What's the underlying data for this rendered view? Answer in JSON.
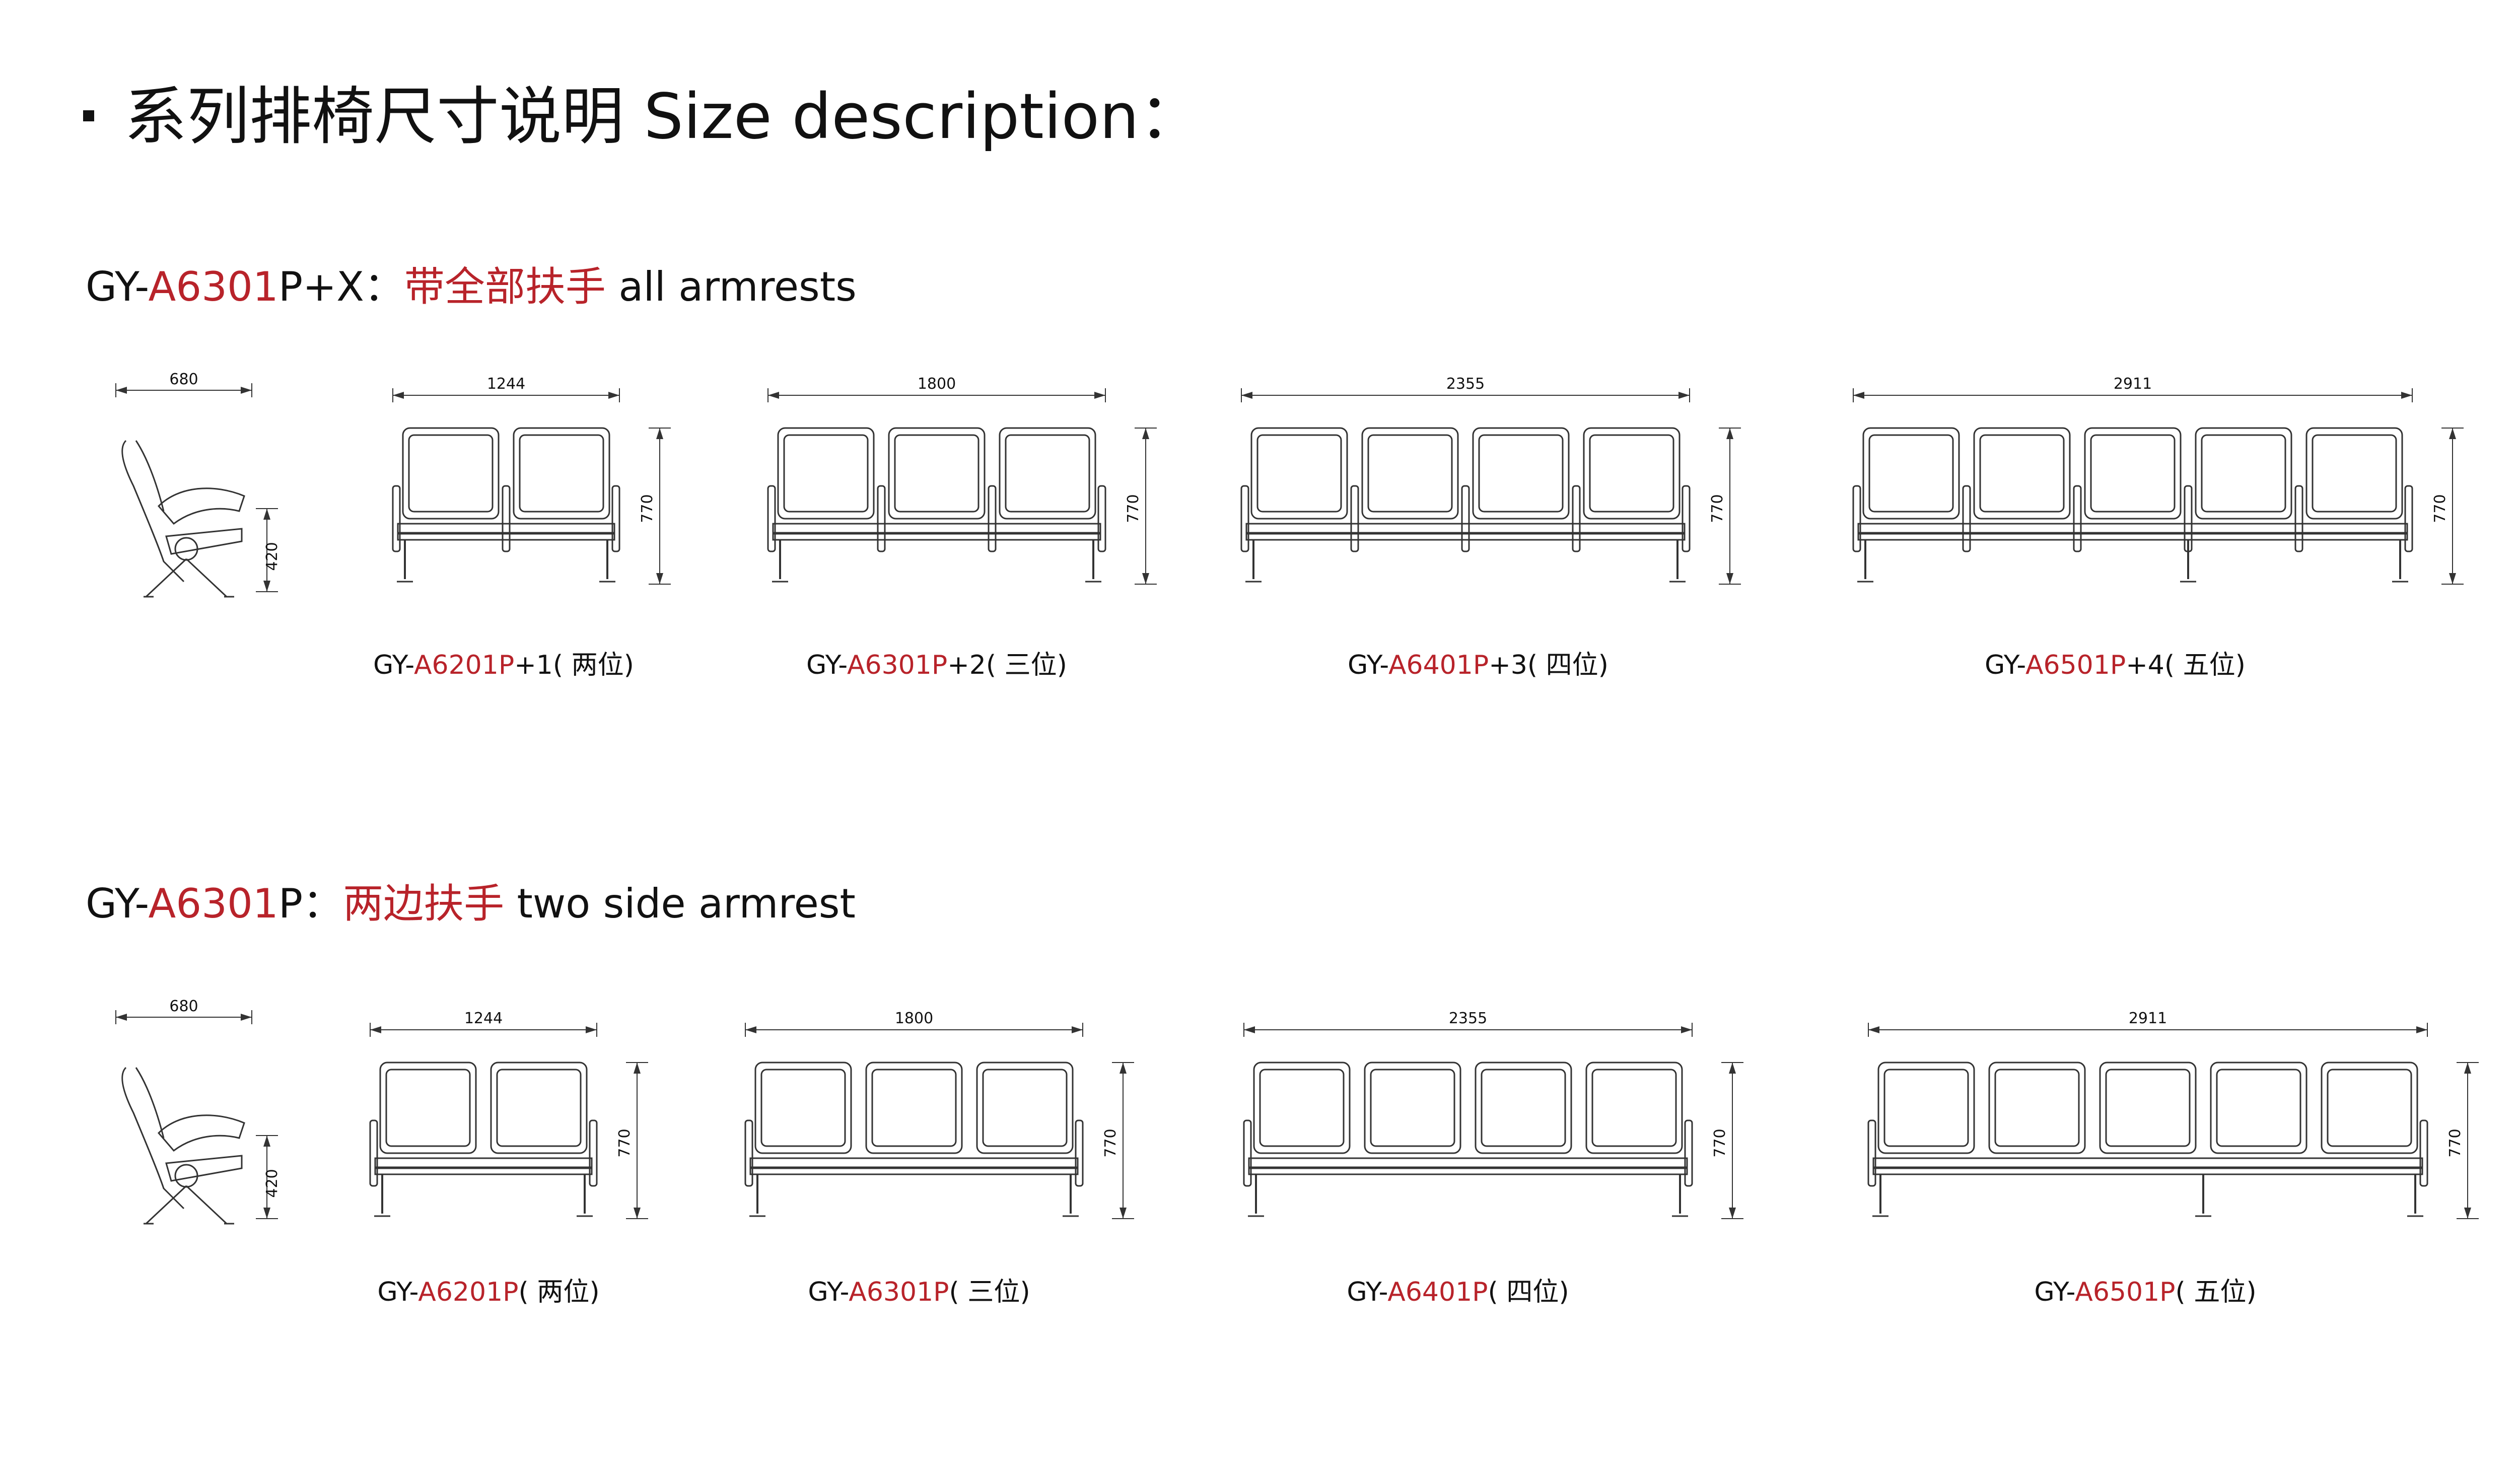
{
  "title": {
    "bullet": "·",
    "cn": "系列排椅尺寸说明",
    "en": " Size description："
  },
  "sections": [
    {
      "heading": {
        "prefix": "GY-",
        "code": "A6301",
        "suffix": "P+X：",
        "cn": "带全部扶手",
        "en": " all armrests"
      },
      "side_view": {
        "depth": "680",
        "seat_height": "420"
      },
      "models": [
        {
          "prefix": "GY-",
          "code": "A6201P",
          "suffix": "+1( 两位)",
          "seats": 2,
          "width": "1244",
          "height": "770"
        },
        {
          "prefix": "GY-",
          "code": "A6301P",
          "suffix": "+2( 三位)",
          "seats": 3,
          "width": "1800",
          "height": "770"
        },
        {
          "prefix": "GY-",
          "code": "A6401P",
          "suffix": "+3( 四位)",
          "seats": 4,
          "width": "2355",
          "height": "770"
        },
        {
          "prefix": "GY-",
          "code": "A6501P",
          "suffix": "+4( 五位)",
          "seats": 5,
          "width": "2911",
          "height": "770"
        }
      ]
    },
    {
      "heading": {
        "prefix": "GY-",
        "code": "A6301",
        "suffix": "P：",
        "cn": "两边扶手",
        "en": " two side armrest"
      },
      "side_view": {
        "depth": "680",
        "seat_height": "420"
      },
      "models": [
        {
          "prefix": "GY-",
          "code": "A6201P",
          "suffix": "( 两位)",
          "seats": 2,
          "width": "1244",
          "height": "770"
        },
        {
          "prefix": "GY-",
          "code": "A6301P",
          "suffix": "( 三位)",
          "seats": 3,
          "width": "1800",
          "height": "770"
        },
        {
          "prefix": "GY-",
          "code": "A6401P",
          "suffix": "( 四位)",
          "seats": 4,
          "width": "2355",
          "height": "770"
        },
        {
          "prefix": "GY-",
          "code": "A6501P",
          "suffix": "( 五位)",
          "seats": 5,
          "width": "2911",
          "height": "770"
        }
      ]
    }
  ],
  "colors": {
    "accent": "#b8232a",
    "line": "#333333"
  }
}
